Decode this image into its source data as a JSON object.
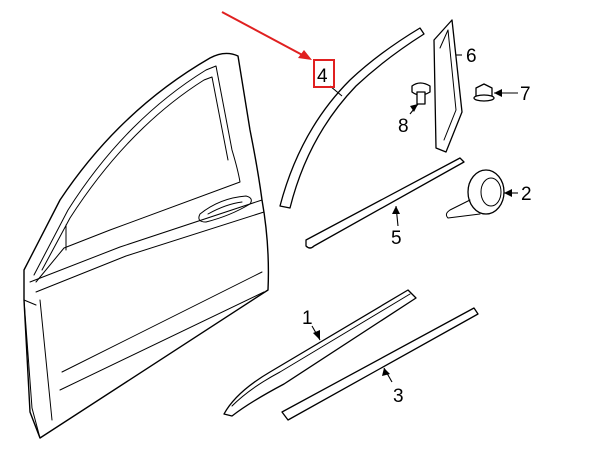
{
  "diagram": {
    "callouts": [
      {
        "id": "1",
        "label": "1"
      },
      {
        "id": "2",
        "label": "2"
      },
      {
        "id": "3",
        "label": "3"
      },
      {
        "id": "4",
        "label": "4"
      },
      {
        "id": "5",
        "label": "5"
      },
      {
        "id": "6",
        "label": "6"
      },
      {
        "id": "7",
        "label": "7"
      },
      {
        "id": "8",
        "label": "8"
      }
    ],
    "highlight": {
      "target": "4",
      "arrow_color": "#e02020",
      "box_color": "#e02020"
    },
    "line_color": "#000000",
    "background": "#ffffff"
  }
}
